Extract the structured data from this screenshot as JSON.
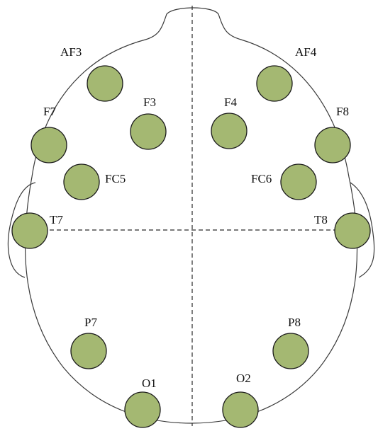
{
  "electrodes": [
    {
      "id": "af3",
      "label": "AF3"
    },
    {
      "id": "af4",
      "label": "AF4"
    },
    {
      "id": "f3",
      "label": "F3"
    },
    {
      "id": "f4",
      "label": "F4"
    },
    {
      "id": "f7",
      "label": "F7"
    },
    {
      "id": "f8",
      "label": "F8"
    },
    {
      "id": "fc5",
      "label": "FC5"
    },
    {
      "id": "fc6",
      "label": "FC6"
    },
    {
      "id": "t7",
      "label": "T7"
    },
    {
      "id": "t8",
      "label": "T8"
    },
    {
      "id": "p7",
      "label": "P7"
    },
    {
      "id": "p8",
      "label": "P8"
    },
    {
      "id": "o1",
      "label": "O1"
    },
    {
      "id": "o2",
      "label": "O2"
    }
  ],
  "colors": {
    "electrode_fill": "#a4b872",
    "electrode_stroke": "#1a1a1a",
    "outline": "#3a3a3a"
  }
}
